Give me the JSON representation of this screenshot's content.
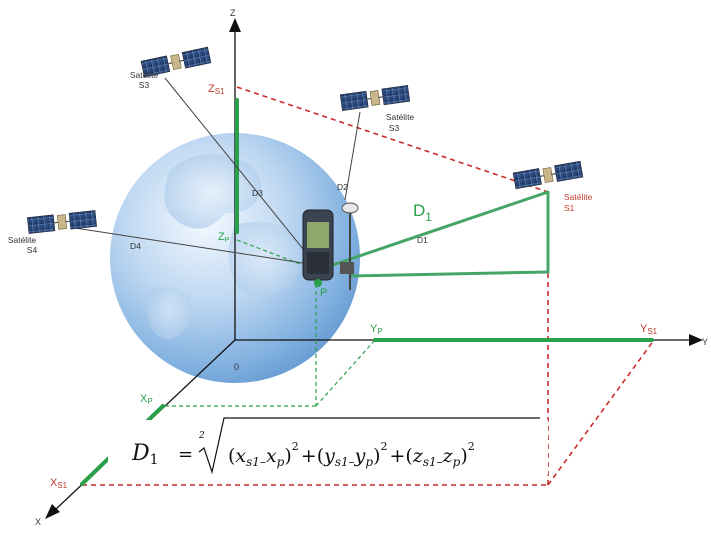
{
  "axes": {
    "x": "X",
    "y": "Y",
    "z": "Z",
    "origin": "0"
  },
  "satellites": [
    {
      "id": "s3a",
      "line1": "Satélite",
      "line2": "S3"
    },
    {
      "id": "s3b",
      "line1": "Satélite",
      "line2": "S3"
    },
    {
      "id": "s4",
      "line1": "Satélite",
      "line2": "S4"
    },
    {
      "id": "s1",
      "line1": "Satélite",
      "line2": "S1"
    }
  ],
  "distances": {
    "d1": "D1",
    "d2": "D2",
    "d3": "D3",
    "d4": "D4",
    "d1_main": "D",
    "d1_main_sub": "1"
  },
  "coords": {
    "z_s1": "Z",
    "z_s1_sub": "S1",
    "z_p": "Z",
    "z_p_sub": "P",
    "y_p": "Y",
    "y_p_sub": "P",
    "y_s1": "Y",
    "y_s1_sub": "S1",
    "x_p": "X",
    "x_p_sub": "P",
    "x_s1": "X",
    "x_s1_sub": "S1",
    "p": "P"
  },
  "formula": {
    "lhs": "D",
    "lhs_sub": "1",
    "eq": "=",
    "root_index": "2",
    "t1_var": "x",
    "t1_sub": "s1",
    "t1_minus": "–",
    "t1_var2": "x",
    "t1_sub2": "p",
    "t2_var": "y",
    "t2_sub": "s1",
    "t2_minus": "–",
    "t2_var2": "y",
    "t2_sub2": "p",
    "t3_var": "z",
    "t3_sub": "s1",
    "t3_minus": "–",
    "t3_var2": "z",
    "t3_sub2": "p",
    "power": "2",
    "plus": "+"
  },
  "colors": {
    "green": "#2aa04a",
    "red": "#cc2b2b",
    "globe": "#6fa8dc",
    "axis": "#111111"
  }
}
